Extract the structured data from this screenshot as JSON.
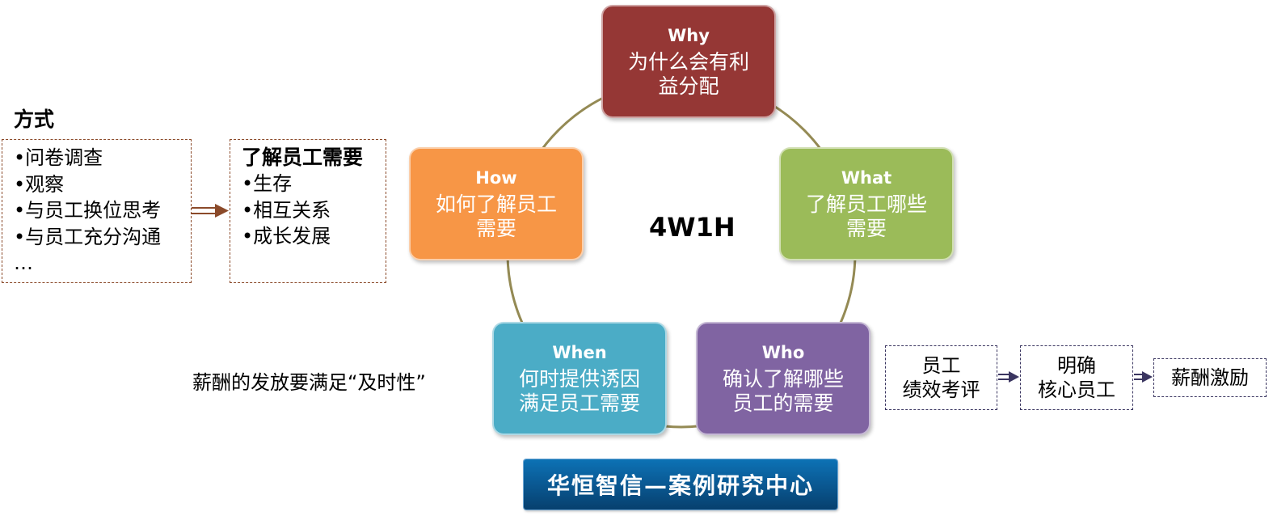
{
  "center_label": "4W1H",
  "nodes": {
    "why": {
      "title": "Why",
      "desc": "为什么会有利\n益分配",
      "color": "#953735"
    },
    "what": {
      "title": "What",
      "desc": "了解员工哪些\n需要",
      "color": "#9bbb59"
    },
    "who": {
      "title": "Who",
      "desc": "确认了解哪些\n员工的需要",
      "color": "#8064a2"
    },
    "when": {
      "title": "When",
      "desc": "何时提供诱因\n满足员工需要",
      "color": "#4bacc6"
    },
    "how": {
      "title": "How",
      "desc": "如何了解员工\n需要",
      "color": "#f79646"
    }
  },
  "methods": {
    "heading": "方式",
    "items": [
      "•问卷调查",
      "•观察",
      "•与员工换位思考",
      "•与员工充分沟通",
      "…"
    ]
  },
  "needs": {
    "title": "了解员工需要",
    "items": [
      "•生存",
      "•相互关系",
      "•成长发展"
    ]
  },
  "timeliness_note": "薪酬的发放要满足“及时性”",
  "flow": [
    "员工\n绩效考评",
    "明确\n核心员工",
    "薪酬激励"
  ],
  "banner": "华恒智信—案例研究中心",
  "colors": {
    "ring": "#948a54",
    "arrow_brown": "#8b4a2a",
    "arrow_purple": "#3a3560"
  }
}
